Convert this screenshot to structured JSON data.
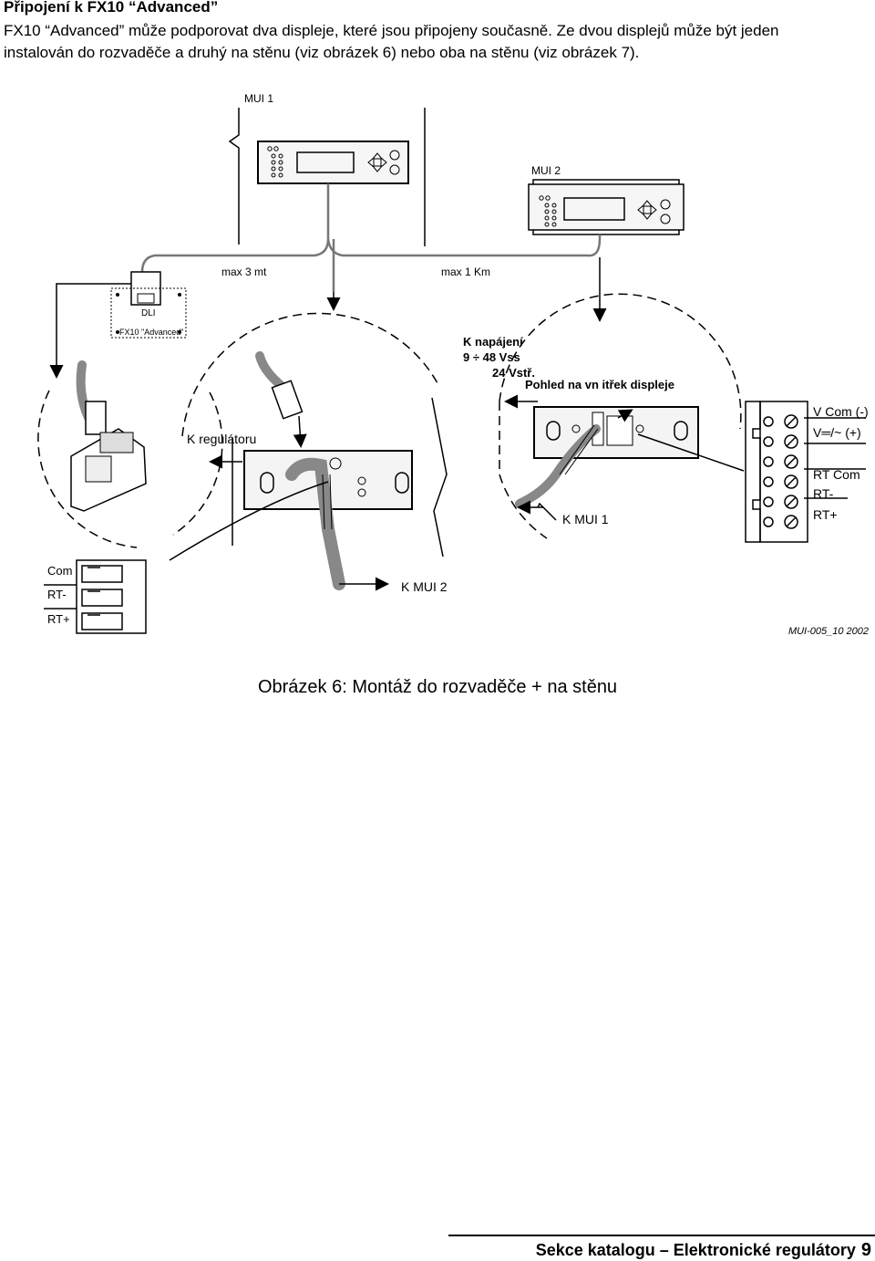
{
  "page": {
    "heading": "Připojení k FX10 “Advanced”",
    "paragraph_line1": "FX10 “Advanced” může podporovat dva displeje, které jsou připojeny současně. Ze dvou displejů může být jeden",
    "paragraph_line2": "instalován do rozvaděče a druhý na stěnu (viz obrázek 6) nebo oba na stěnu (viz obrázek 7).",
    "figure_caption": "Obrázek 6: Montáž do rozvaděče + na stěnu",
    "footer_text": "Sekce katalogu – Elektronické regulátory",
    "page_number": "9"
  },
  "figure": {
    "mui1_label": "MUI 1",
    "mui2_label": "MUI 2",
    "distance_short": "max 3 mt",
    "distance_long": "max 1 Km",
    "dli_label": "DLI",
    "controller_label": "FX10 \"Advanced\"",
    "power_line1": "K napájení",
    "power_line2": "9  ÷ 48 Vss",
    "power_line3": "24 Vstř.",
    "rear_view_label": "Pohled na vn itřek displeje",
    "to_controller": "K regulátoru",
    "to_mui1": "K MUI 1",
    "to_mui2": "K MUI 2",
    "terminals_left": [
      "Com",
      "RT-",
      "RT+"
    ],
    "terminal_vcom": "V Com (-)",
    "terminal_vplus": "V═/~ (+)",
    "terminal_rtcom": "RT Com",
    "terminal_rtminus": "RT-",
    "terminal_rtplus": "RT+",
    "drawing_id": "MUI-005_10 2002"
  }
}
